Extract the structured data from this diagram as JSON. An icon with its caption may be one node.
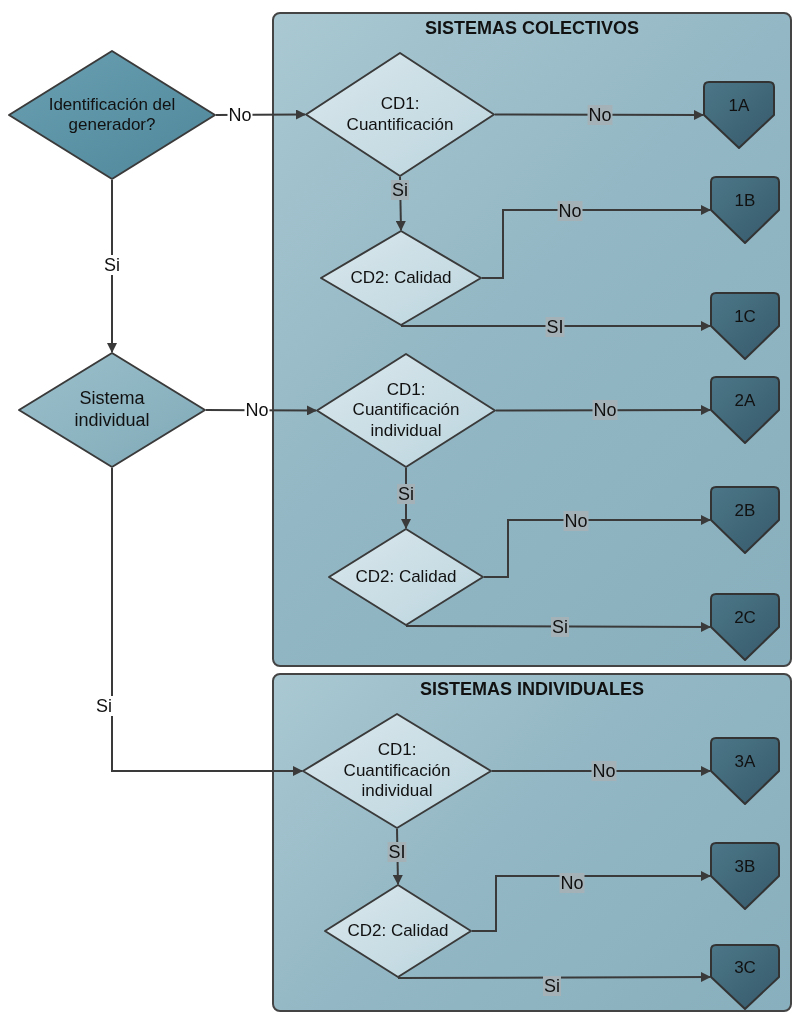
{
  "diagram": {
    "nodes": [
      {
        "text": [
          "Identificación del generador?"
        ]
      },
      {
        "text": [
          "Sistema individual"
        ]
      },
      {
        "text": [
          "SISTEMAS COLECTIVOS"
        ]
      },
      {
        "text": [
          "CD1: Cuantificación"
        ],
        "in": 2
      },
      {
        "text": [
          "CD2: Calidad"
        ],
        "in": 2
      },
      {
        "text": [
          "1A"
        ],
        "in": 2
      },
      {
        "text": [
          "1B"
        ],
        "in": 2
      },
      {
        "text": [
          "1C"
        ],
        "in": 2
      },
      {
        "text": [
          "CD1: Cuantificación individual"
        ],
        "in": 2
      },
      {
        "text": [
          "CD2: Calidad"
        ],
        "in": 2
      },
      {
        "text": [
          "2A"
        ],
        "in": 2
      },
      {
        "text": [
          "2B"
        ],
        "in": 2
      },
      {
        "text": [
          "2C"
        ],
        "in": 2
      },
      {
        "text": [
          "SISTEMAS INDIVIDUALES"
        ]
      },
      {
        "text": [
          "CD1: Cuantificación individual"
        ],
        "in": 13
      },
      {
        "text": [
          "CD2: Calidad"
        ],
        "in": 13
      },
      {
        "text": [
          "3A"
        ],
        "in": 13
      },
      {
        "text": [
          "3B"
        ],
        "in": 13
      },
      {
        "text": [
          "3C"
        ],
        "in": 13
      }
    ],
    "edges": [
      {
        "from": 0,
        "to": 3,
        "arrow": "to",
        "label": "No"
      },
      {
        "from": 0,
        "to": 1,
        "arrow": "to",
        "label": "Si"
      },
      {
        "from": 3,
        "to": 5,
        "arrow": "to",
        "label": "No"
      },
      {
        "from": 3,
        "to": 4,
        "arrow": "to",
        "label": "Si"
      },
      {
        "from": 4,
        "to": 6,
        "arrow": "to",
        "label": "No"
      },
      {
        "from": 4,
        "to": 7,
        "arrow": "to",
        "label": "SI"
      },
      {
        "from": 1,
        "to": 8,
        "arrow": "to",
        "label": "No"
      },
      {
        "from": 8,
        "to": 10,
        "arrow": "to",
        "label": "No"
      },
      {
        "from": 8,
        "to": 9,
        "arrow": "to",
        "label": "Si"
      },
      {
        "from": 9,
        "to": 11,
        "arrow": "to",
        "label": "No"
      },
      {
        "from": 9,
        "to": 12,
        "arrow": "to",
        "label": "Si"
      },
      {
        "from": 1,
        "to": 14,
        "arrow": "to",
        "label": "Si"
      },
      {
        "from": 14,
        "to": 16,
        "arrow": "to",
        "label": "No"
      },
      {
        "from": 14,
        "to": 15,
        "arrow": "to",
        "label": "SI"
      },
      {
        "from": 15,
        "to": 17,
        "arrow": "to",
        "label": "No"
      },
      {
        "from": 15,
        "to": 18,
        "arrow": "to",
        "label": "Si"
      }
    ]
  }
}
